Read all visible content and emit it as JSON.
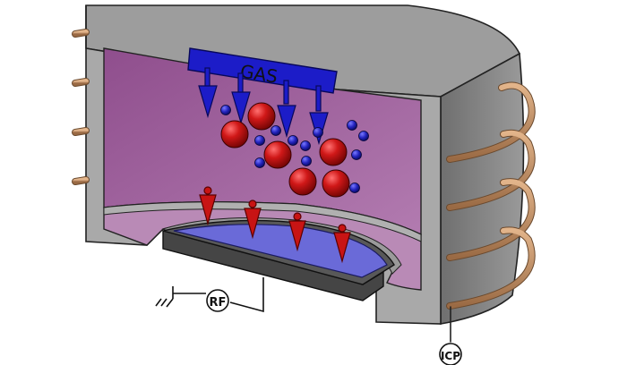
{
  "labels": {
    "gas": "GAS",
    "rf": "RF",
    "icp": "ICP"
  },
  "colors": {
    "housing": "#a3a3a3",
    "housing_dark": "#7d7d7d",
    "housing_edge": "#2a2a2a",
    "chamber": "#9c5a9a",
    "chamber_light": "#b57cb2",
    "coil": "#c4926a",
    "gas_manifold": "#1a1acb",
    "ion": "#c81414",
    "electron": "#2020b8",
    "wafer": "#6f6fd6",
    "chuck": "#4d4d4d"
  },
  "icons": {
    "ground": "ground-symbol",
    "rf_source": "circle-source",
    "icp_source": "circle-source"
  }
}
